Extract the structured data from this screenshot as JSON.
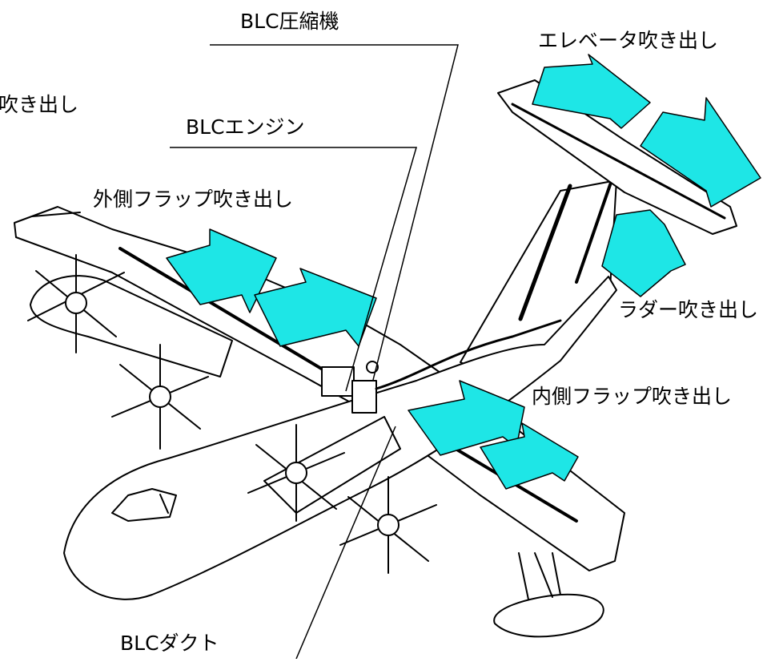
{
  "labels": {
    "compressor": "BLC圧縮機",
    "elevator_blow": "エレベータ吹き出し",
    "aileron_blow_partial": "吹き出し",
    "engine": "BLCエンジン",
    "outer_flap_blow": "外側フラップ吹き出し",
    "rudder_blow": "ラダー吹き出し",
    "inner_flap_blow": "内側フラップ吹き出し",
    "duct": "BLCダクト"
  },
  "colors": {
    "airflow_arrow": "#1ee6e6",
    "line": "#000000",
    "background": "#ffffff"
  }
}
